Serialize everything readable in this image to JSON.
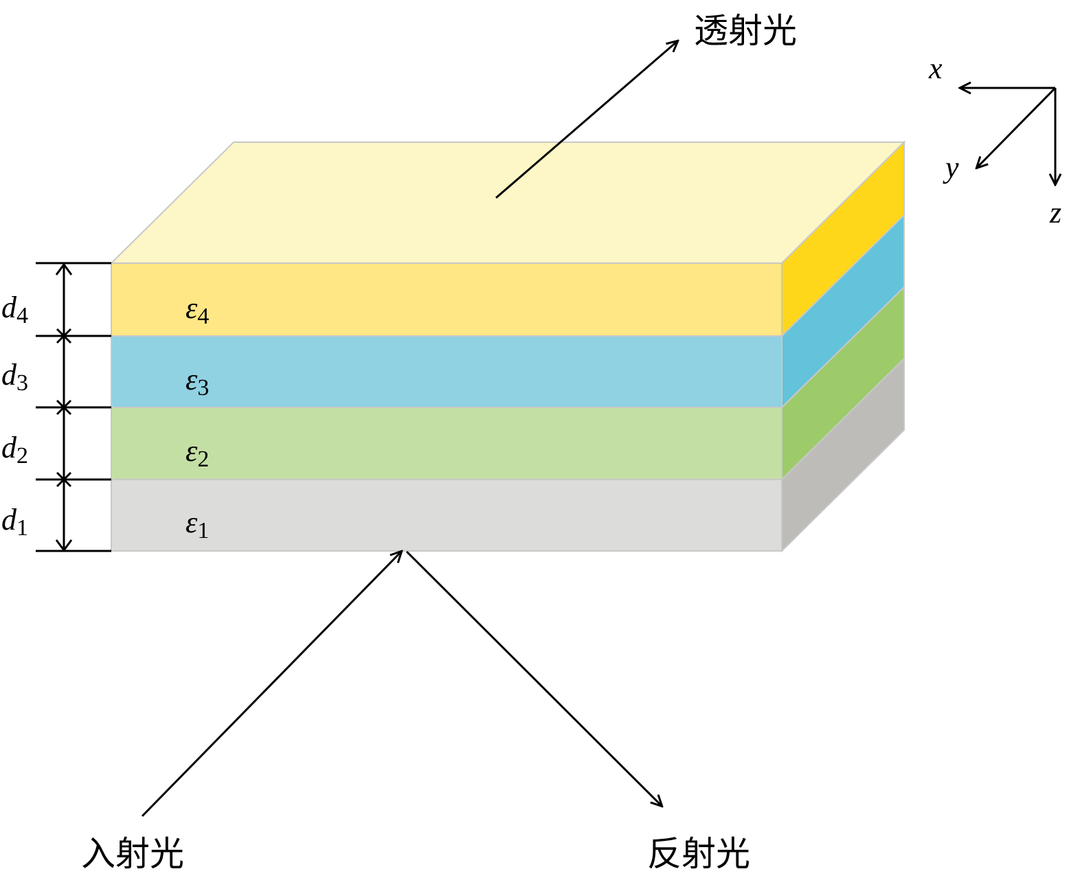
{
  "labels": {
    "transmitted": "透射光",
    "incident": "入射光",
    "reflected": "反射光"
  },
  "axes": {
    "x": "x",
    "y": "y",
    "z": "z"
  },
  "layers": [
    {
      "eps_symbol": "ε",
      "eps_index": "1",
      "d_symbol": "d",
      "d_index": "1",
      "front_color": "#dcdcdb",
      "side_color": "#bdbcb9"
    },
    {
      "eps_symbol": "ε",
      "eps_index": "2",
      "d_symbol": "d",
      "d_index": "2",
      "front_color": "#c4dfa4",
      "side_color": "#9dcb6a"
    },
    {
      "eps_symbol": "ε",
      "eps_index": "3",
      "d_symbol": "d",
      "d_index": "3",
      "front_color": "#90d1e2",
      "side_color": "#63c3da"
    },
    {
      "eps_symbol": "ε",
      "eps_index": "4",
      "d_symbol": "d",
      "d_index": "4",
      "front_color": "#fee784",
      "side_color": "#fed71a"
    }
  ],
  "top_color": "#fdf6c6"
}
